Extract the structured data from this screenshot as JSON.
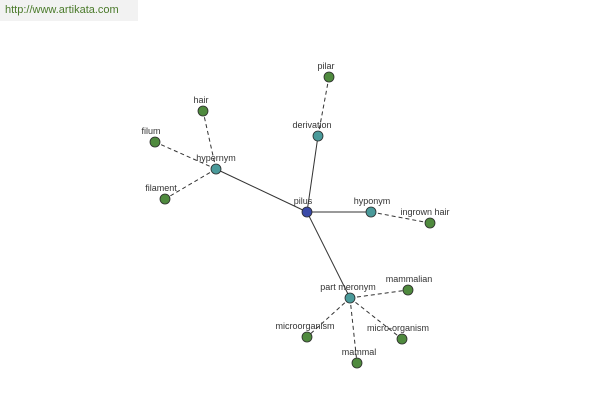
{
  "source_url": "http://www.artikata.com",
  "colors": {
    "root": "#3a4aa8",
    "relation": "#4a9a9a",
    "term": "#4f8a3e"
  },
  "nodes": [
    {
      "id": "pilus",
      "label": "pilus",
      "kind": "root"
    },
    {
      "id": "hypernym",
      "label": "hypernym",
      "kind": "relation"
    },
    {
      "id": "derivation",
      "label": "derivation",
      "kind": "relation"
    },
    {
      "id": "hyponym",
      "label": "hyponym",
      "kind": "relation"
    },
    {
      "id": "part-meronym",
      "label": "part meronym",
      "kind": "relation"
    },
    {
      "id": "hair",
      "label": "hair",
      "kind": "term"
    },
    {
      "id": "filum",
      "label": "filum",
      "kind": "term"
    },
    {
      "id": "filament",
      "label": "filament",
      "kind": "term"
    },
    {
      "id": "pilar",
      "label": "pilar",
      "kind": "term"
    },
    {
      "id": "ingrown-hair",
      "label": "ingrown hair",
      "kind": "term"
    },
    {
      "id": "mammalian",
      "label": "mammalian",
      "kind": "term"
    },
    {
      "id": "microorganism",
      "label": "microorganism",
      "kind": "term"
    },
    {
      "id": "micro-organism",
      "label": "micro-organism",
      "kind": "term"
    },
    {
      "id": "mammal",
      "label": "mammal",
      "kind": "term"
    }
  ],
  "edges": [
    {
      "from": "pilus",
      "to": "hypernym",
      "style": "solid"
    },
    {
      "from": "pilus",
      "to": "derivation",
      "style": "solid"
    },
    {
      "from": "pilus",
      "to": "hyponym",
      "style": "solid"
    },
    {
      "from": "pilus",
      "to": "part-meronym",
      "style": "solid"
    },
    {
      "from": "hypernym",
      "to": "hair",
      "style": "dashed"
    },
    {
      "from": "hypernym",
      "to": "filum",
      "style": "dashed"
    },
    {
      "from": "hypernym",
      "to": "filament",
      "style": "dashed"
    },
    {
      "from": "derivation",
      "to": "pilar",
      "style": "dashed"
    },
    {
      "from": "hyponym",
      "to": "ingrown-hair",
      "style": "dashed"
    },
    {
      "from": "part-meronym",
      "to": "mammalian",
      "style": "dashed"
    },
    {
      "from": "part-meronym",
      "to": "microorganism",
      "style": "dashed"
    },
    {
      "from": "part-meronym",
      "to": "micro-organism",
      "style": "dashed"
    },
    {
      "from": "part-meronym",
      "to": "mammal",
      "style": "dashed"
    }
  ]
}
